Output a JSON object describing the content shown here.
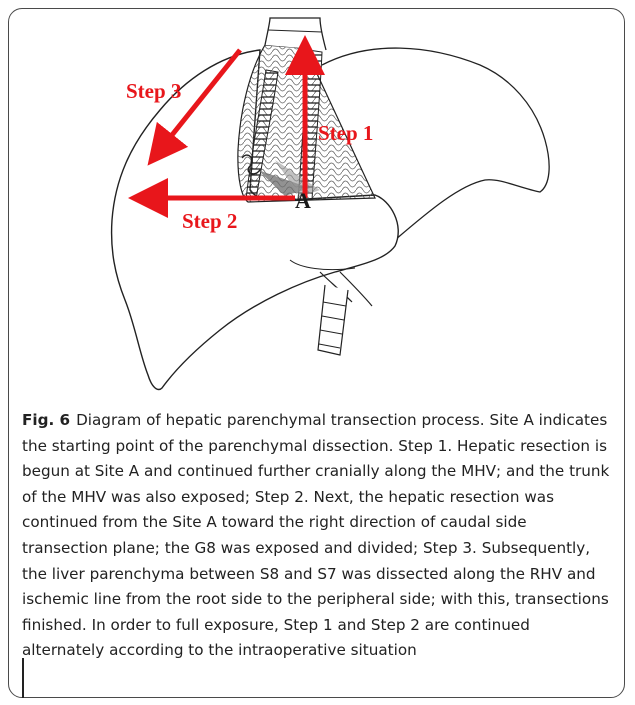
{
  "figure": {
    "labels": {
      "step1": "Step 1",
      "step2": "Step 2",
      "step3": "Step 3",
      "site": "A"
    },
    "arrow_color": "#e8161b",
    "icon": "liver-diagram"
  },
  "caption": {
    "fig_label": "Fig. 6",
    "text": "Diagram of hepatic parenchymal transection process. Site A indicates the starting point of the parenchymal dissection. Step 1. Hepatic resection is begun at Site A and continued further cranially along the MHV; and the trunk of the MHV was also exposed; Step 2. Next, the hepatic resection was continued from the Site A toward the right direction of caudal side transection plane; the G8 was exposed and divided; Step 3. Subsequently, the liver parenchyma between S8 and S7 was dissected along the RHV and ischemic line from the root side to the peripheral side; with this, transections finished. In order to full exposure, Step 1 and Step 2 are continued alternately according to the intraoperative situation"
  }
}
